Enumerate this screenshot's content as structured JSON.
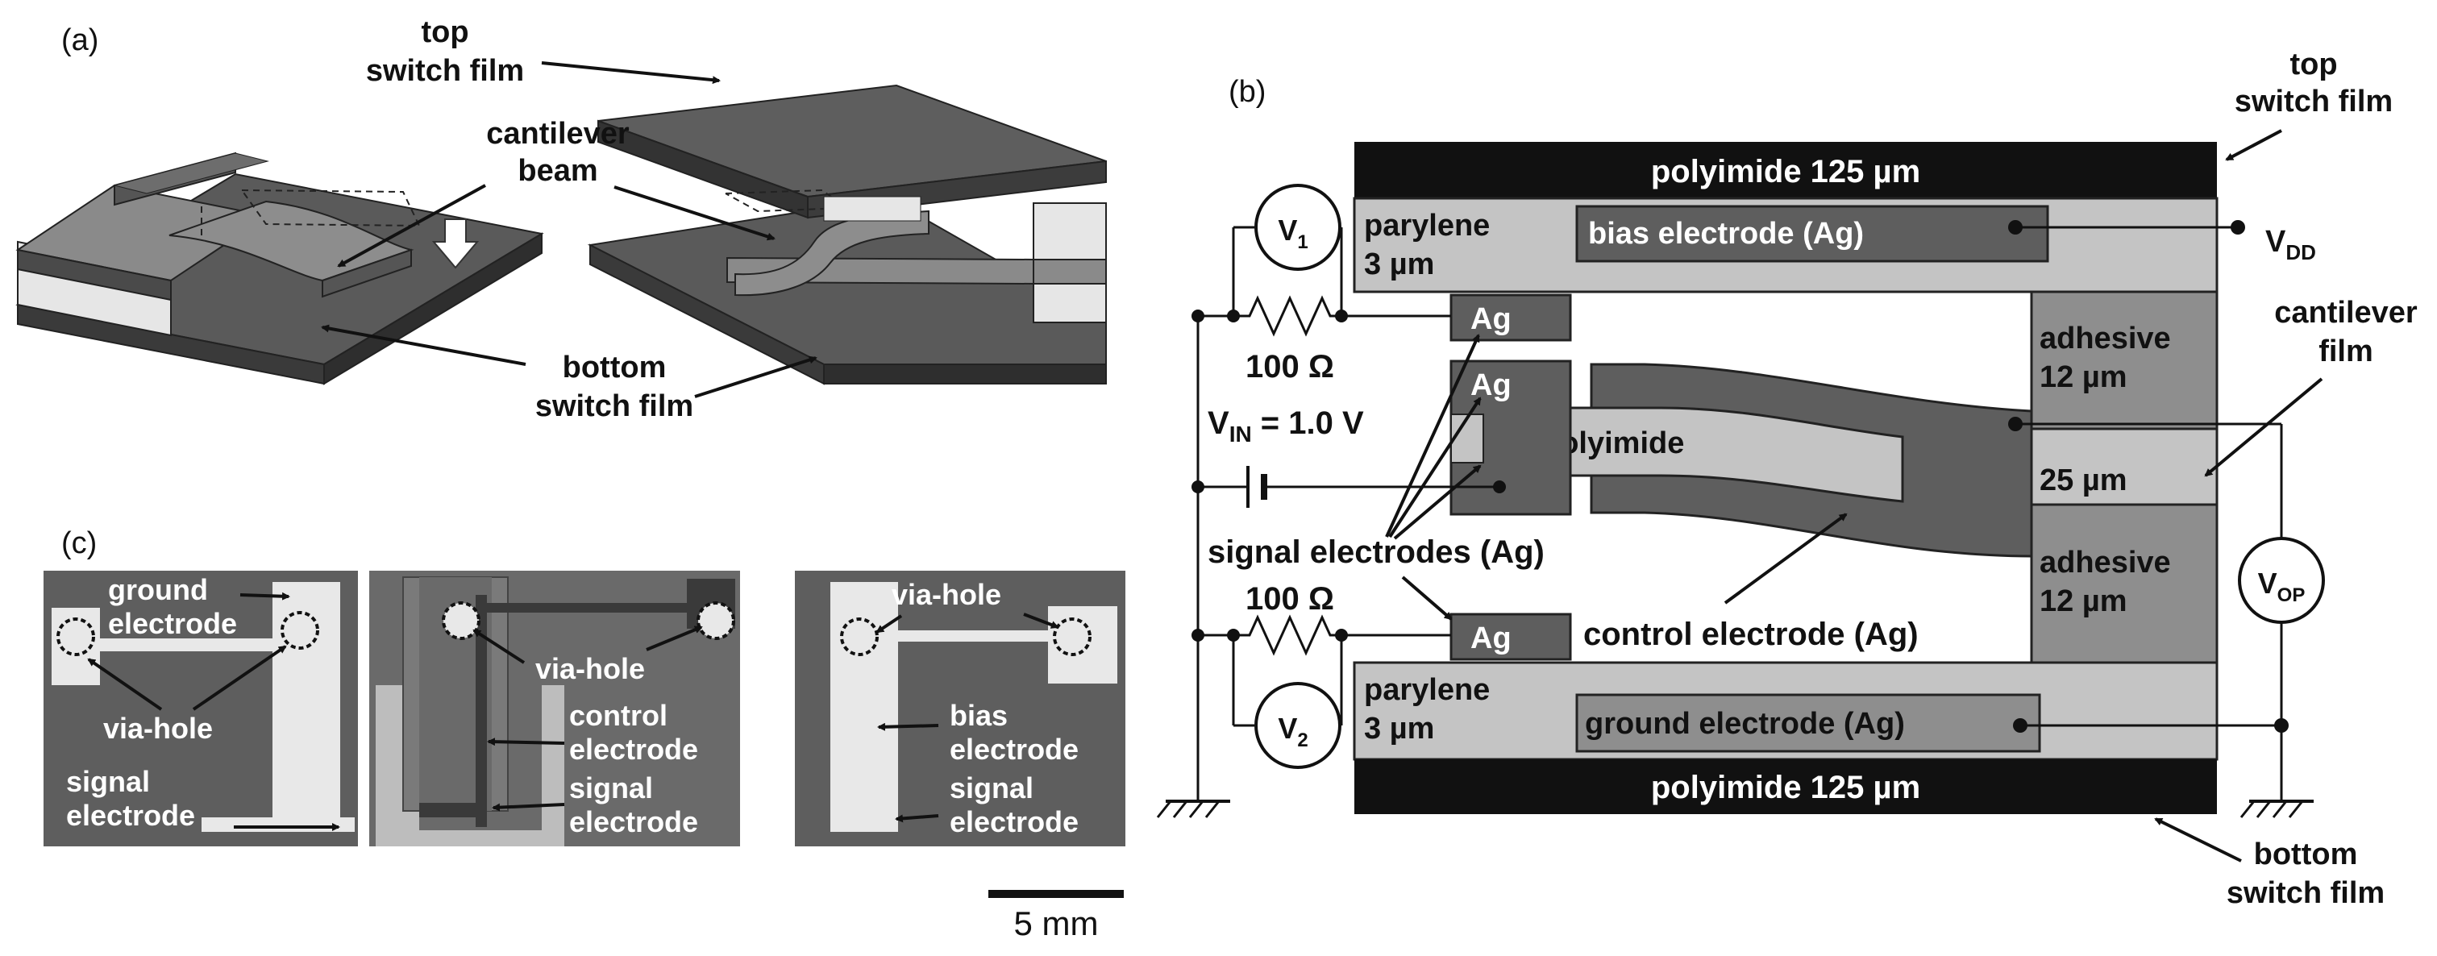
{
  "panel_a": {
    "label": "(a)",
    "top_switch_film": [
      "top",
      "switch film"
    ],
    "cantilever_beam": [
      "cantilever",
      "beam"
    ],
    "bottom_switch_film": [
      "bottom",
      "switch film"
    ]
  },
  "panel_b": {
    "label": "(b)",
    "top_switch_film": [
      "top",
      "switch film"
    ],
    "bottom_switch_film": [
      "bottom",
      "switch film"
    ],
    "cantilever_film": [
      "cantilever",
      "film"
    ],
    "polyimide_top": "polyimide 125 µm",
    "polyimide_bottom": "polyimide 125 µm",
    "parylene_top": [
      "parylene",
      "3 µm"
    ],
    "parylene_bottom": [
      "parylene",
      "3 µm"
    ],
    "bias_electrode": "bias electrode (Ag)",
    "ground_electrode": "ground electrode (Ag)",
    "ag": "Ag",
    "polyimide": "polyimide",
    "adhesive_top": [
      "adhesive",
      "12 µm"
    ],
    "adhesive_bottom": [
      "adhesive",
      "12 µm"
    ],
    "thickness_25": "25 µm",
    "signal_electrodes": "signal electrodes (Ag)",
    "control_electrode": "control electrode (Ag)",
    "resistor_top": "100 Ω",
    "resistor_bottom": "100 Ω",
    "v_in": {
      "main": "V",
      "sub": "IN",
      "rest": " = 1.0 V"
    },
    "v1": {
      "main": "V",
      "sub": "1"
    },
    "v2": {
      "main": "V",
      "sub": "2"
    },
    "vdd": {
      "main": "V",
      "sub": "DD"
    },
    "vop": {
      "main": "V",
      "sub": "OP"
    }
  },
  "panel_c": {
    "label": "(c)",
    "photo1": {
      "ground_electrode": [
        "ground",
        "electrode"
      ],
      "via_hole": "via-hole",
      "signal_electrode": [
        "signal",
        "electrode"
      ]
    },
    "photo2": {
      "via_hole": "via-hole",
      "control_electrode": [
        "control",
        "electrode"
      ],
      "signal_electrode": [
        "signal",
        "electrode"
      ]
    },
    "photo3": {
      "via_hole": "via-hole",
      "bias_electrode": [
        "bias",
        "electrode"
      ],
      "signal_electrode": [
        "signal",
        "electrode"
      ]
    },
    "scale_bar": "5 mm"
  },
  "colors": {
    "black_layer": "#111111",
    "dark_gray": "#4a4a4a",
    "mid_gray": "#8a8a8a",
    "light_gray": "#c8c8c8",
    "photo_bg": "#5e5e5e",
    "white": "#ffffff"
  }
}
